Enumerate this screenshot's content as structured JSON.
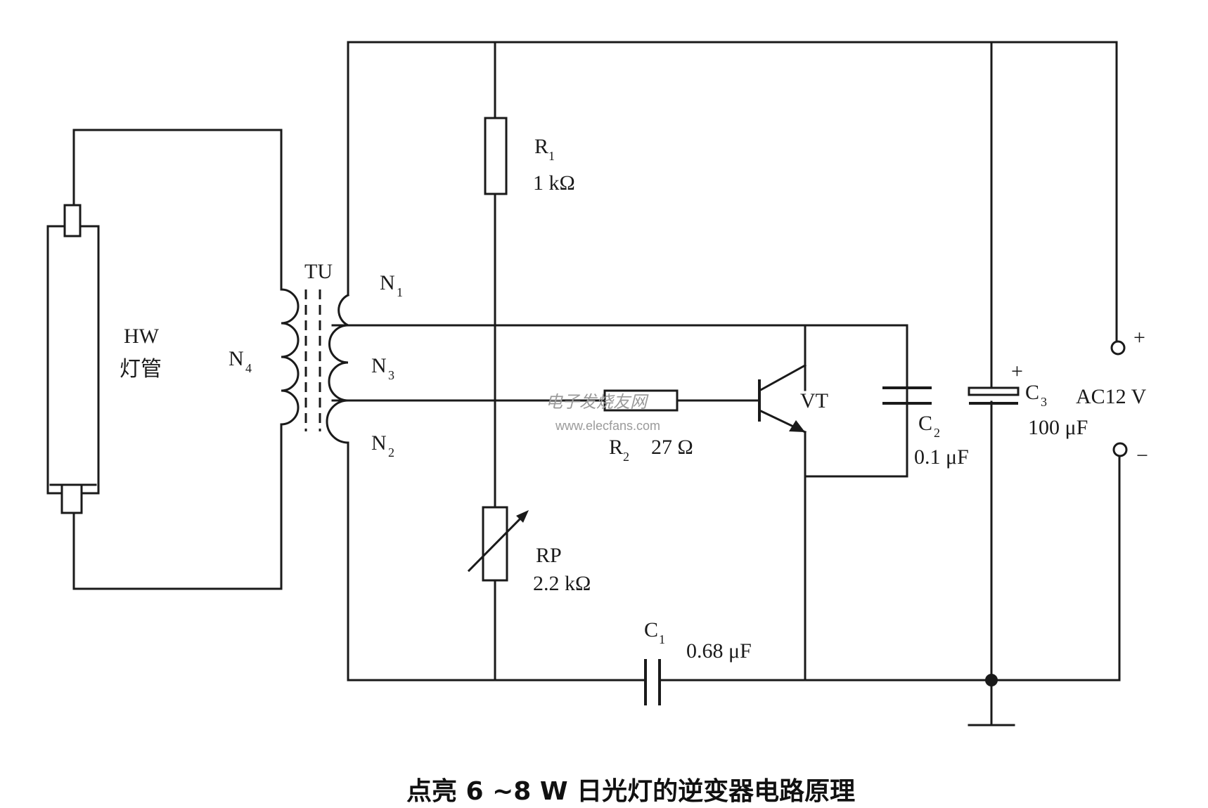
{
  "labels": {
    "r1_name": "R",
    "r1_sub": "1",
    "r1_value": "1 kΩ",
    "tu": "TU",
    "n1": "N",
    "n1_sub": "1",
    "n2": "N",
    "n2_sub": "2",
    "n3": "N",
    "n3_sub": "3",
    "n4": "N",
    "n4_sub": "4",
    "hw": "HW",
    "lamp": "灯管",
    "r2_name": "R",
    "r2_sub": "2",
    "r2_value": "27 Ω",
    "vt": "VT",
    "c2_name": "C",
    "c2_sub": "2",
    "c2_value": "0.1 μF",
    "c3_name": "C",
    "c3_sub": "3",
    "c3_value": "100 μF",
    "c3_plus": "+",
    "supply": "AC12 V",
    "plus": "+",
    "minus": "−",
    "rp_name": "RP",
    "rp_value": "2.2 kΩ",
    "c1_name": "C",
    "c1_sub": "1",
    "c1_value": "0.68 μF"
  },
  "watermark": {
    "line1": "电子发烧友网",
    "line2": "www.elecfans.com"
  },
  "caption": "点亮 6 ~8 W 日光灯的逆变器电路原理"
}
